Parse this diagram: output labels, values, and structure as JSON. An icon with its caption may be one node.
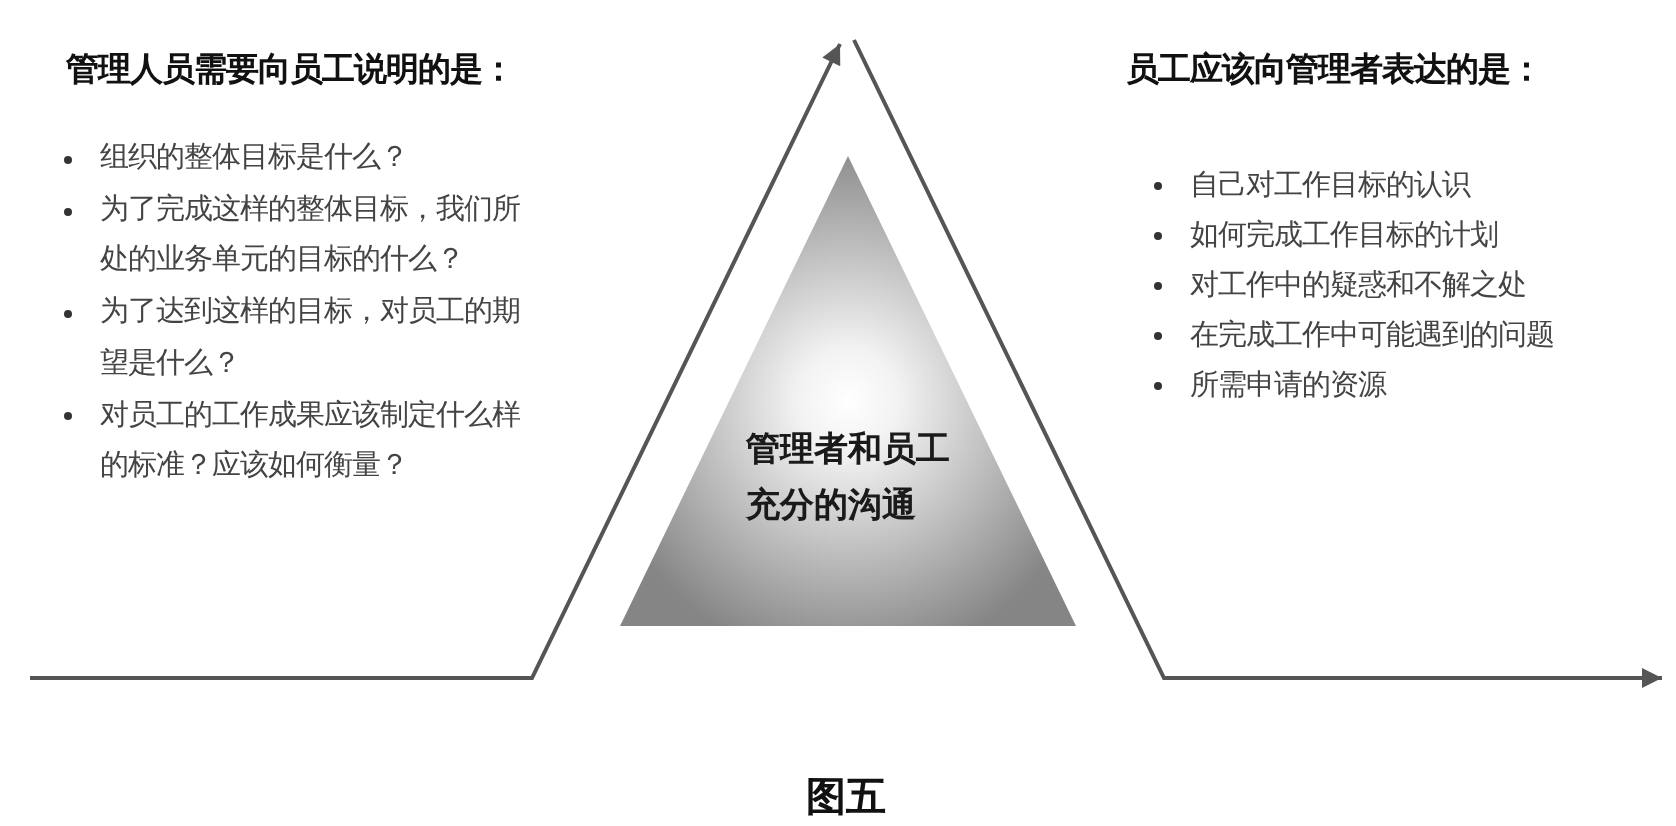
{
  "diagram": {
    "caption": "图五",
    "nodes": [
      {
        "text": [
          "管理者和员工充分的沟通"
        ]
      }
    ],
    "labels": [
      "管理人员需要向员工说明的是：",
      "组织的整体目标是什么？",
      "为了完成这样的整体目标，我们所处的业务单元的目标的什么？",
      "为了达到这样的目标，对员工的期望是什么？",
      "对员工的工作成果应该制定什么样的标准？应该如何衡量？",
      "员工应该向管理者表达的是：",
      "自己对工作目标的认识",
      "如何完成工作目标的计划",
      "对工作中的疑惑和不解之处",
      "在完成工作中可能遇到的问题",
      "所需申请的资源"
    ]
  }
}
